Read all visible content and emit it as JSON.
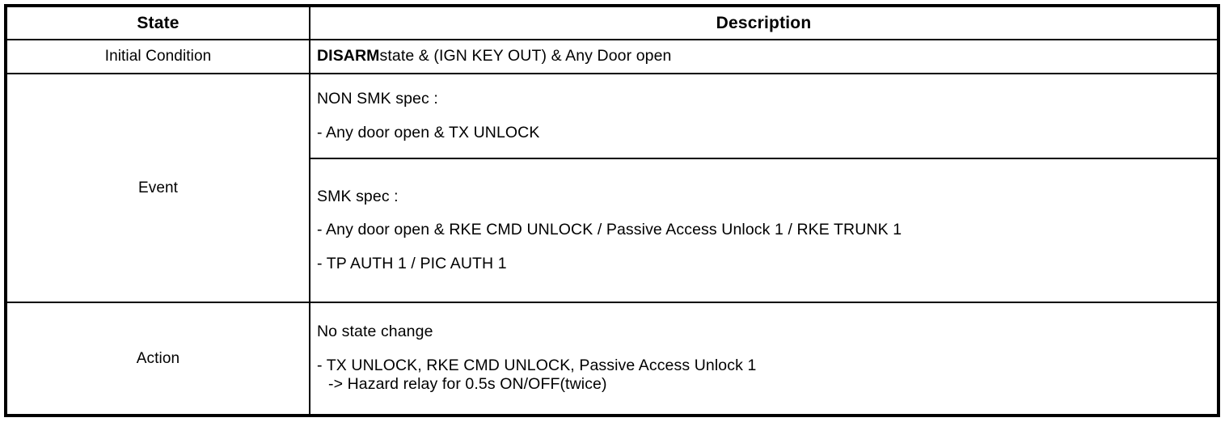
{
  "table": {
    "headers": {
      "state": "State",
      "description": "Description"
    },
    "rows": {
      "initial_condition": {
        "state_label": "Initial Condition",
        "description": {
          "bold_prefix": "DISARM",
          "rest": "state & (IGN KEY OUT) & Any Door open"
        }
      },
      "event": {
        "state_label": "Event",
        "non_smk": {
          "heading": "NON SMK spec :",
          "line1": "-  Any door open & TX UNLOCK"
        },
        "smk": {
          "heading": "SMK spec :",
          "line1": "-  Any door open & RKE CMD UNLOCK / Passive Access Unlock 1 / RKE TRUNK 1",
          "line2": "-  TP AUTH 1 / PIC AUTH 1"
        }
      },
      "action": {
        "state_label": "Action",
        "line1": "No state change",
        "line2": "-  TX UNLOCK, RKE CMD UNLOCK, Passive Access Unlock 1",
        "line3": "-> Hazard relay for 0.5s ON/OFF(twice)"
      }
    }
  },
  "colors": {
    "border": "#000000",
    "text": "#000000",
    "background": "#ffffff"
  }
}
